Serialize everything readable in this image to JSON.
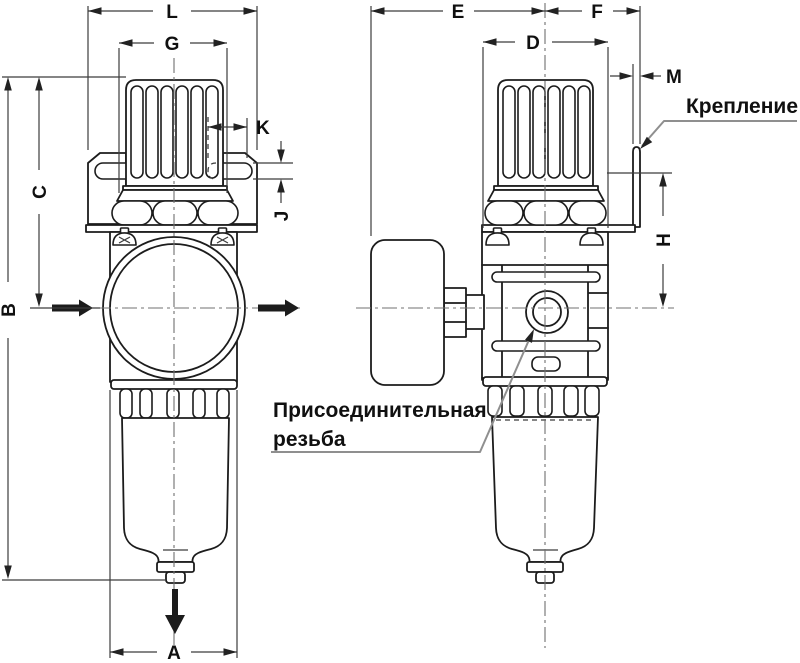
{
  "drawing": {
    "kind": "technical-dimension-drawing",
    "subject": "filter-regulator-with-gauge-front-and-side-views"
  },
  "dimension_labels": {
    "L": "L",
    "G": "G",
    "C": "C",
    "B": "B",
    "A": "A",
    "K": "K",
    "J": "J",
    "E": "E",
    "F": "F",
    "D": "D",
    "M": "M",
    "H": "H"
  },
  "annotations": {
    "mounting_label": "Крепление",
    "thread_label_line1": "Присоединительная",
    "thread_label_line2": "резьба"
  },
  "colors": {
    "background": "#ffffff",
    "outline": "#1c1c1c",
    "dimension_line": "#3c3c3c",
    "centerline": "#707070",
    "leader_line": "#8f8f8f",
    "text": "#101010"
  }
}
